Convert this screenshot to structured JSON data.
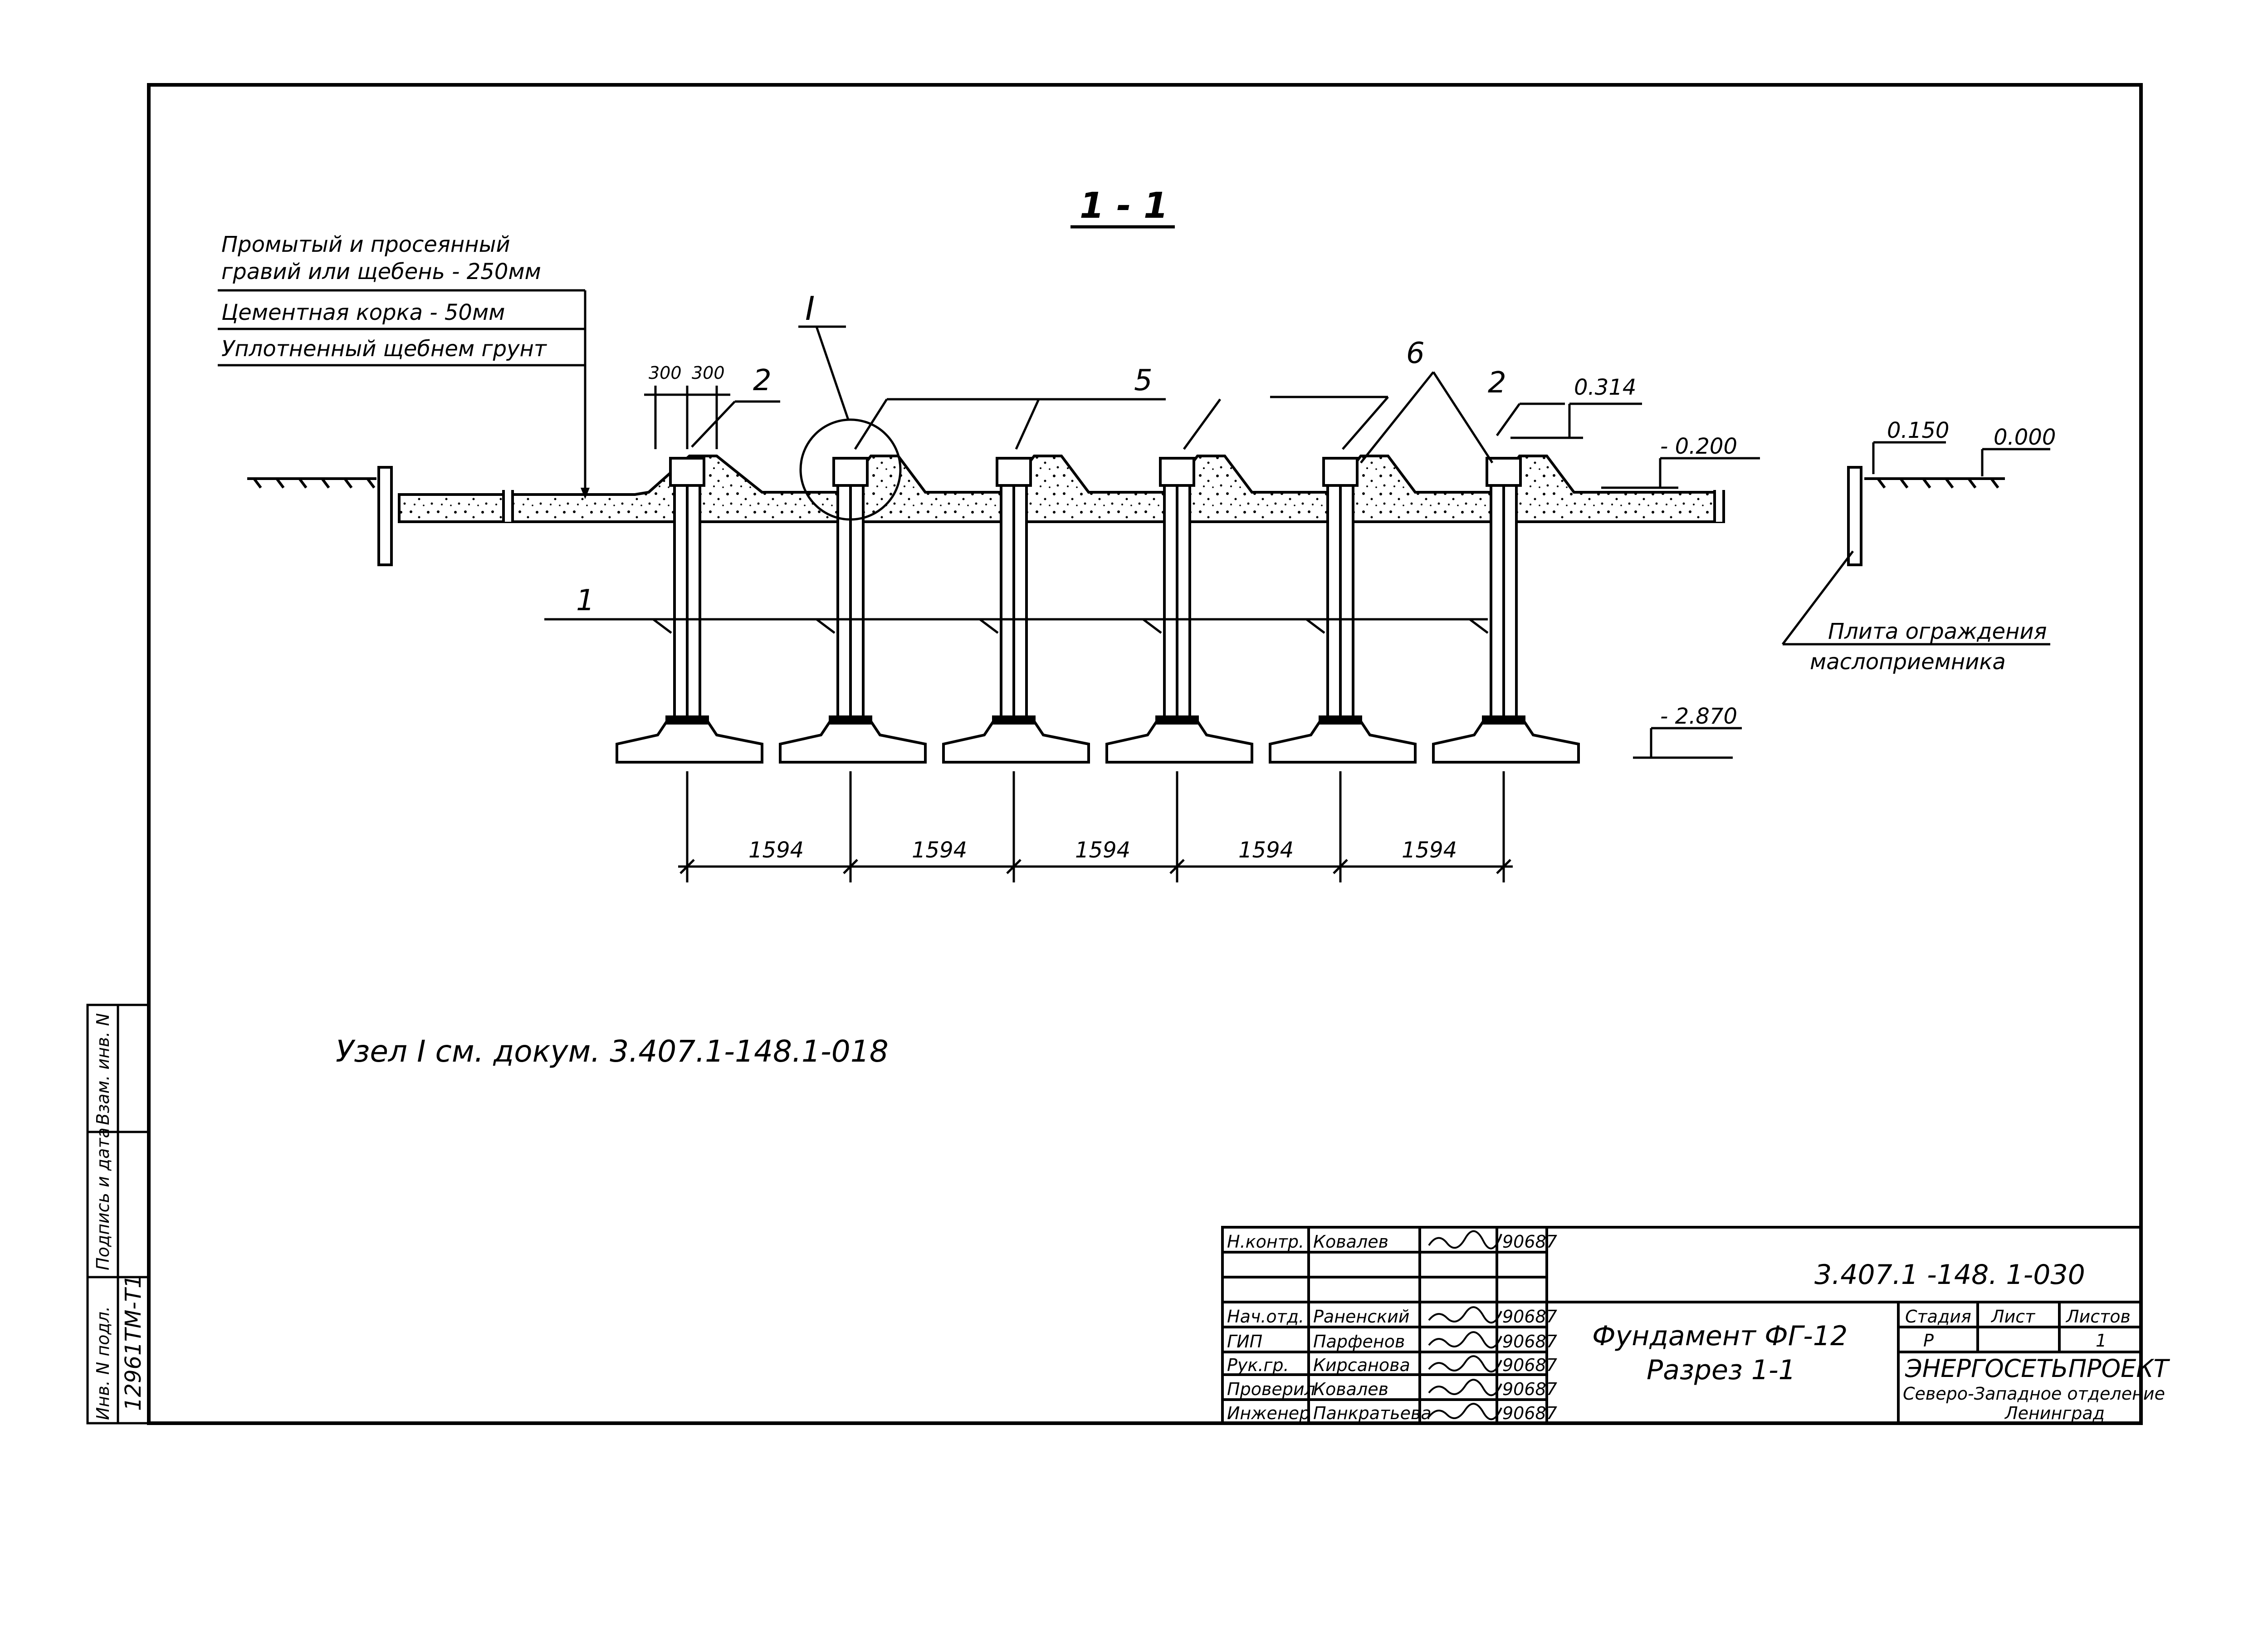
{
  "section": {
    "title": "1 - 1"
  },
  "layers": [
    "Промытый и просеянный",
    "гравий или щебень   - 250мм",
    "Цементная корка   -   50мм",
    "Уплотненный щебнем грунт"
  ],
  "top_dims": [
    "300",
    "300"
  ],
  "callouts": {
    "node": "I",
    "c2a": "2",
    "c5": "5",
    "c6": "6",
    "c2b": "2",
    "c1": "1"
  },
  "elevations": {
    "e0314": "0.314",
    "e0200": "- 0.200",
    "e0150": "0.150",
    "e0000": "0.000",
    "e2870": "- 2.870"
  },
  "fence": {
    "line1": "Плита ограждения",
    "line2": "маслоприемника"
  },
  "spacing": [
    "1594",
    "1594",
    "1594",
    "1594",
    "1594"
  ],
  "note": "Узел I  см.  докум. 3.407.1-148.1-018",
  "stamp": {
    "side": [
      "Инв. N подл.",
      "Подпись и дата",
      "Взам. инв. N"
    ],
    "inv_number": "12961ТМ-Т1",
    "roles": [
      "Н.контр.",
      "",
      "",
      "Нач.отд.",
      "ГИП",
      "Рук.гр.",
      "Проверил",
      "Инженер"
    ],
    "names": [
      "Ковалев",
      "",
      "",
      "Раненский",
      "Парфенов",
      "Кирсанова",
      "Ковалев",
      "Панкратьева"
    ],
    "dates": [
      "90687",
      "",
      "",
      "90687",
      "90687",
      "90687",
      "90687",
      "90687"
    ],
    "doc_code": "3.407.1 -148. 1-030",
    "title_line1": "Фундамент ФГ-12",
    "title_line2": "Разрез 1-1",
    "stage_label": "Стадия",
    "sheet_label": "Лист",
    "sheets_label": "Листов",
    "stage": "Р",
    "sheet": "",
    "sheets": "1",
    "org_name": "ЭНЕРГОСЕТЬПРОЕКТ",
    "org_line2": "Северо-Западное отделение",
    "org_line3": "Ленинград"
  }
}
